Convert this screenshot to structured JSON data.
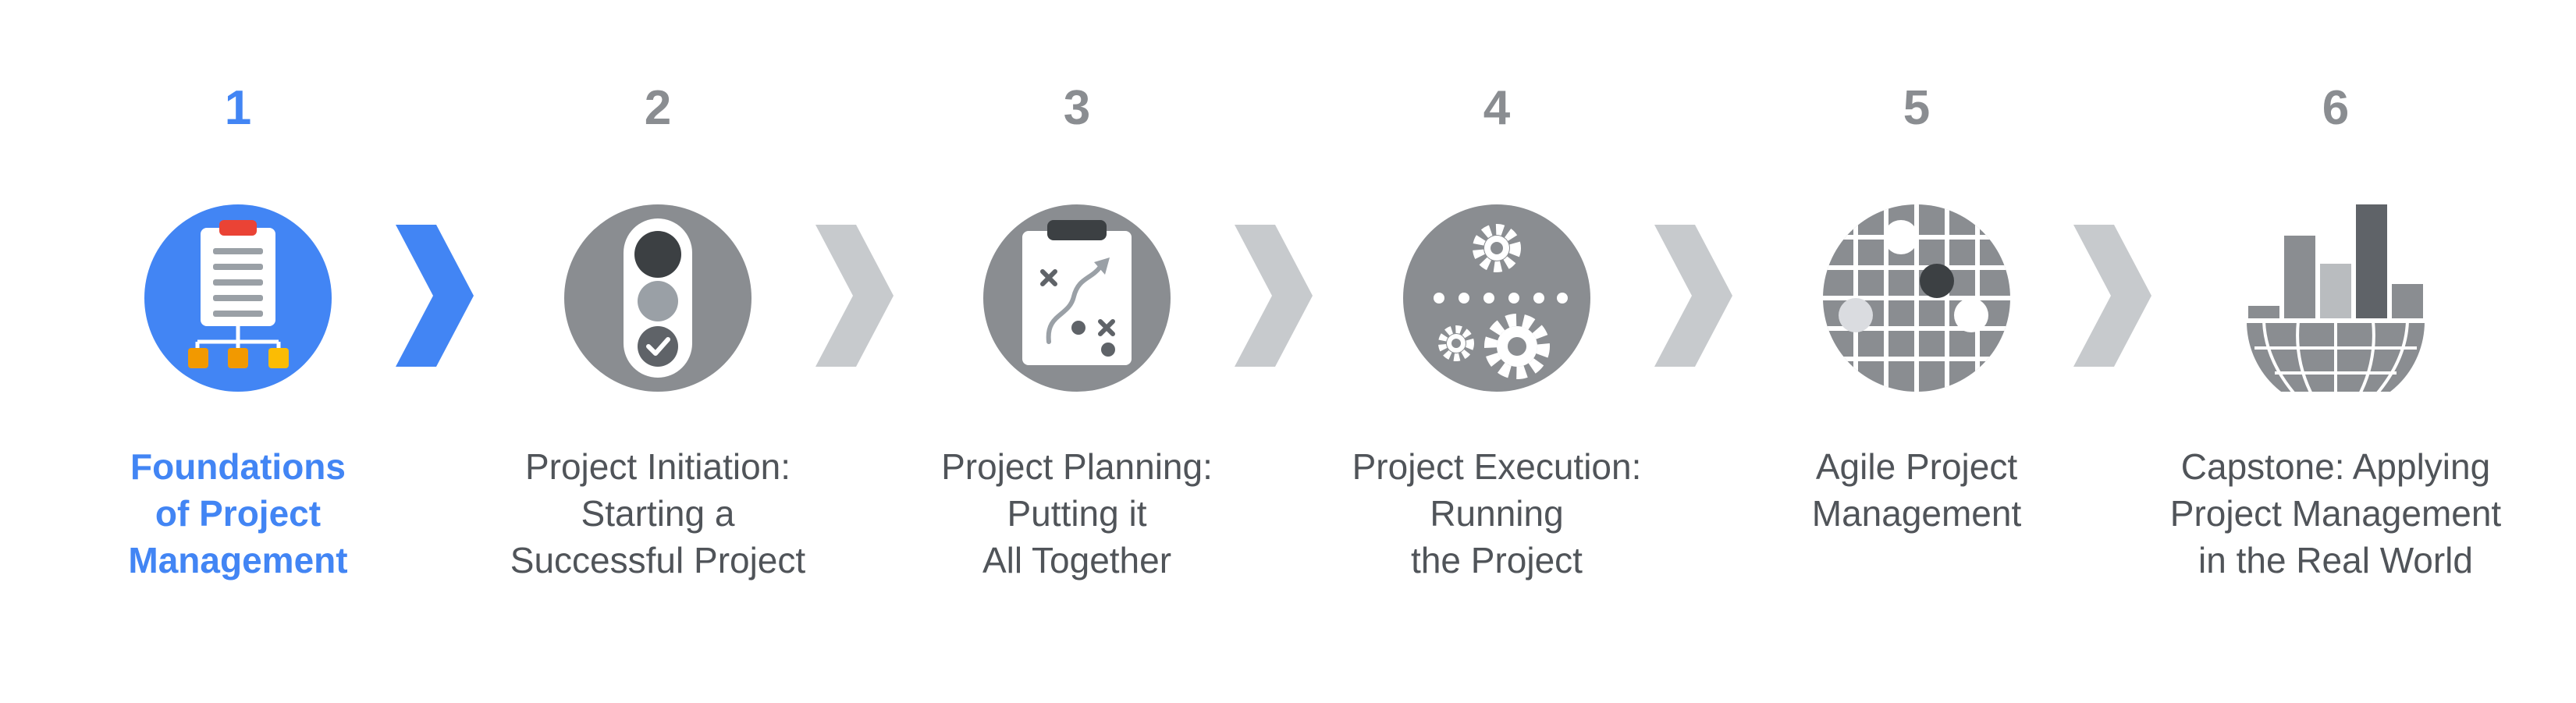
{
  "colors": {
    "active": "#4285f4",
    "inactive_text": "#505459",
    "inactive_number": "#8a8d91",
    "icon_gray": "#8a8d91",
    "arrow_active": "#4285f4",
    "arrow_inactive": "#c7cacd"
  },
  "steps": [
    {
      "number": "1",
      "label": [
        "Foundations",
        "of Project",
        "Management"
      ],
      "icon": "clipboard-hierarchy-icon",
      "active": true
    },
    {
      "number": "2",
      "label": [
        "Project Initiation:",
        "Starting a",
        "Successful Project"
      ],
      "icon": "traffic-light-icon",
      "active": false
    },
    {
      "number": "3",
      "label": [
        "Project Planning:",
        "Putting it",
        "All Together"
      ],
      "icon": "strategy-clipboard-icon",
      "active": false
    },
    {
      "number": "4",
      "label": [
        "Project Execution:",
        "Running",
        "the Project"
      ],
      "icon": "gears-icon",
      "active": false
    },
    {
      "number": "5",
      "label": [
        "Agile Project",
        "Management"
      ],
      "icon": "grid-globe-icon",
      "active": false
    },
    {
      "number": "6",
      "label": [
        "Capstone: Applying",
        "Project Management",
        "in the Real World"
      ],
      "icon": "globe-bar-chart-icon",
      "active": false
    }
  ]
}
